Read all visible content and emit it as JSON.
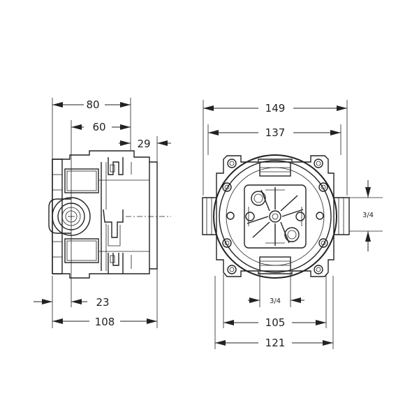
{
  "side_view": {
    "dim_total_width": "80",
    "dim_width_60": "60",
    "dim_depth_29": "29",
    "dim_offset_23": "23",
    "dim_depth_108": "108"
  },
  "front_view": {
    "dim_outer_149": "149",
    "dim_inner_137": "137",
    "dim_port_spacing_105": "105",
    "dim_base_121": "121",
    "thread_horizontal": "3/4",
    "thread_vertical": "3/4"
  }
}
